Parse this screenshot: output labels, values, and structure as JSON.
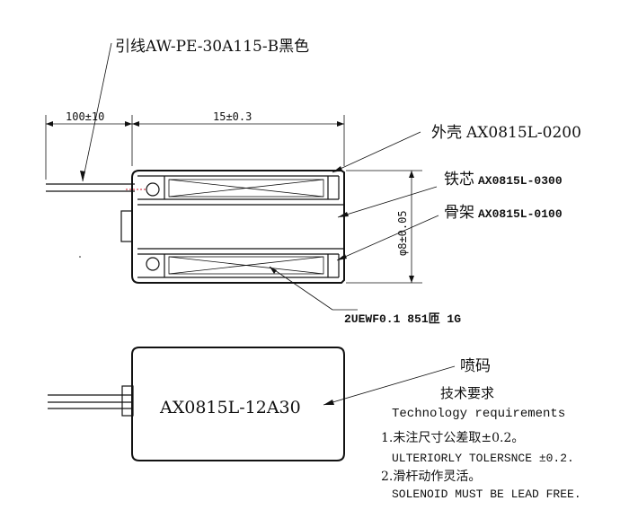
{
  "labels": {
    "lead_wire": "引线AW-PE-30A115-B黑色",
    "dim_lead_length": "100±10",
    "dim_body_length": "15±0.3",
    "dim_diameter": "φ8±0.05",
    "shell_cn": "外壳",
    "shell_code": "AX0815L-0200",
    "core_cn": "铁芯",
    "core_code": "AX0815L-0300",
    "bobbin_cn": "骨架",
    "bobbin_code": "AX0815L-0100",
    "winding": "2UEWF0.1 851匝 1G",
    "print_mark": "喷码",
    "part_number": "AX0815L-12A30"
  },
  "requirements": {
    "title_cn": "技术要求",
    "title_en": "Technology  requirements",
    "items": [
      {
        "cn": "1.未注尺寸公差取±0.2。",
        "en": "ULTERIORLY TOLERSNCE ±0.2."
      },
      {
        "cn": "2.滑杆动作灵活。",
        "en": "SOLENOID MUST BE LEAD FREE."
      }
    ]
  }
}
